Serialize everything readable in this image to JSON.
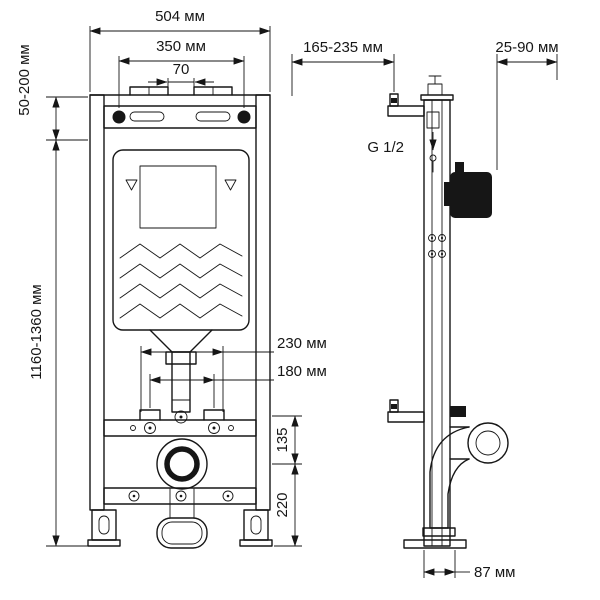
{
  "drawing": {
    "front_view": {
      "dim_width_outer": "504 мм",
      "dim_width_mount": "350 мм",
      "dim_bracket_gap": "70",
      "dim_top_adjust": "50-200 мм",
      "dim_height_range": "1160-1360 мм",
      "dim_stud_outer": "230 мм",
      "dim_stud_inner": "180 мм",
      "dim_outlet_offset": "135",
      "dim_outlet_height": "220"
    },
    "side_view": {
      "dim_depth_adjust": "165-235 мм",
      "dim_wall_offset": "25-90 мм",
      "water_supply": "G 1/2",
      "dim_outlet_depth": "87 мм"
    }
  }
}
